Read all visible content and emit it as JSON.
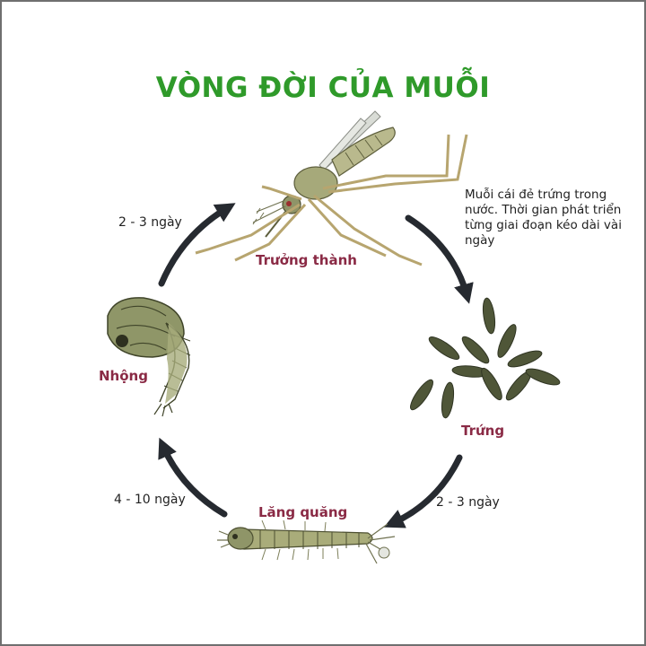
{
  "title": "VÒNG ĐỜI CỦA MUỖI",
  "note": "Muỗi cái đẻ trứng trong nước. Thời gian phát triển từng giai đoạn kéo dài vài ngày",
  "stages": {
    "adult": "Trưởng thành",
    "egg": "Trứng",
    "larva": "Lăng quăng",
    "pupa": "Nhộng"
  },
  "durations": {
    "adult_to_egg_note": "Muỗi cái đẻ trứng trong nước.",
    "egg_to_larva": "2 - 3 ngày",
    "larva_to_pupa": "4 - 10 ngày",
    "pupa_to_adult": "2 - 3 ngày"
  },
  "colors": {
    "title": "#2f9a2a",
    "stage_label": "#8a2a45",
    "arrow": "#262a30",
    "body_green": "#a8b07c",
    "dark_green": "#4d5a33"
  },
  "icons": [
    "mosquito-icon",
    "eggs-icon",
    "larva-icon",
    "pupa-icon"
  ]
}
